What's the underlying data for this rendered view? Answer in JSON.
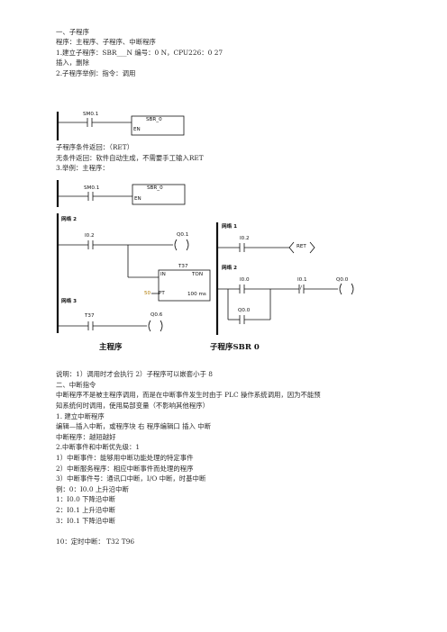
{
  "doc": {
    "lines": [
      "一、子程序",
      "程序：主程序、子程序、中断程序",
      "1.建立子程序：SBR___N            编号：0    N，CPU226：0    27",
      "插入，删除",
      "2.子程序举例：指令：调用",
      "子程序条件返回：（RET）",
      "无条件返回：软件自动生成，不需要手工输入RET",
      "3.举例：主程序：",
      "说明：1）调用时才会执行 2）子程序可以嵌套小于 8",
      "二、中断指令",
      "中断程序不是被主程序调用，而是在中断事件发生时由于 PLC 操作系统调用，因为不能预",
      "知系统何时调用，使用局部变量（不影响其他程序）",
      "1.    建立中断程序",
      "编辑—插入中断，或程序块    右        程序编辑口    插入    中断",
      "中断程序：越短越好",
      "2.中断事件和中断优先级：1",
      "1）中断事件：能够用中断功能处理的特定事件",
      "2）中断服务程序：相应中断事件而处理的程序",
      "3）中断事件号：通讯口中断，I/O 中断，时基中断",
      "例：0：I0.0 上升沿中断",
      "1：I0.0 下降沿中断",
      "2：I0.1 上升沿中断",
      "3：I0.1 下降沿中断",
      "10：定时中断：     T32    T96"
    ]
  },
  "fig1": {
    "contact": "SM0.1",
    "box_title": "SBR_0",
    "en": "EN"
  },
  "fig2": {
    "main": {
      "contact": "SM0.1",
      "box_title": "SBR_0",
      "en": "EN",
      "net2": "网络 2",
      "i02": "I0.2",
      "q01": "Q0.1",
      "t37": "T37",
      "in": "IN",
      "ton": "TON",
      "pt_val": "50",
      "pt": "PT",
      "ms": "100 ms",
      "net3": "网络 3",
      "t37b": "T37",
      "q06": "Q0.6",
      "caption": "主程序"
    },
    "sub": {
      "net1": "网络 1",
      "i02": "I0.2",
      "ret": "RET",
      "net2": "网络 2",
      "i00": "I0.0",
      "i01": "I0.1",
      "slash": "/",
      "q00": "Q0.0",
      "q00b": "Q0.0",
      "caption": "子程序SBR    0"
    }
  }
}
